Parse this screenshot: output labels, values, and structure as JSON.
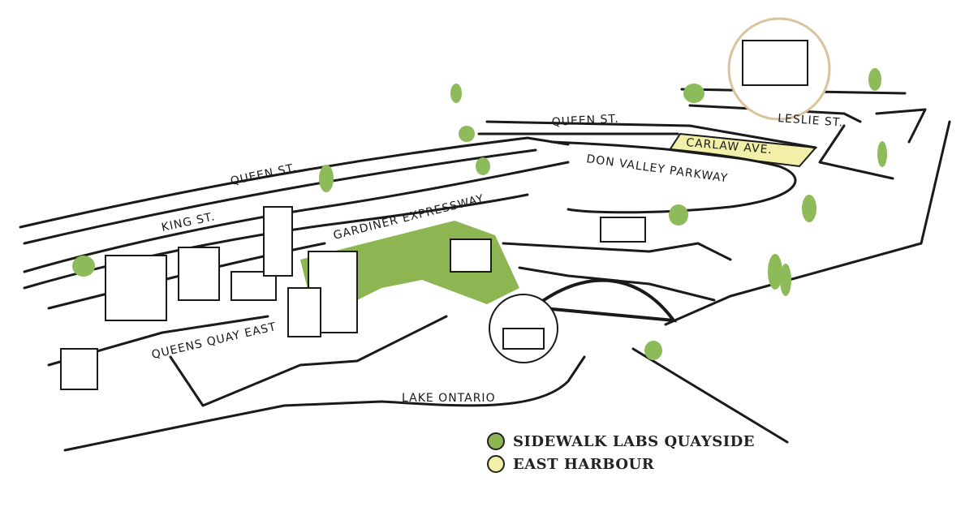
{
  "colors": {
    "quayside": "#8db552",
    "east_harbour": "#f2f0a8",
    "tree": "#8dbb5a",
    "circle": "#d9c39c"
  },
  "streets": {
    "queen_st_west": "QUEEN ST.",
    "queen_st_east": "QUEEN ST.",
    "leslie_st": "LESLIE ST.",
    "carlaw_ave": "CARLAW AVE.",
    "don_valley_parkway": "DON VALLEY PARKWAY",
    "king_st": "KING ST.",
    "gardiner_expressway": "GARDINER EXPRESSWAY",
    "queens_quay_east": "QUEENS QUAY EAST",
    "lake_ontario": "LAKE ONTARIO"
  },
  "legend": [
    {
      "label": "SIDEWALK LABS QUAYSIDE",
      "color": "#8db552"
    },
    {
      "label": "EAST HARBOUR",
      "color": "#f2f0a8"
    }
  ]
}
